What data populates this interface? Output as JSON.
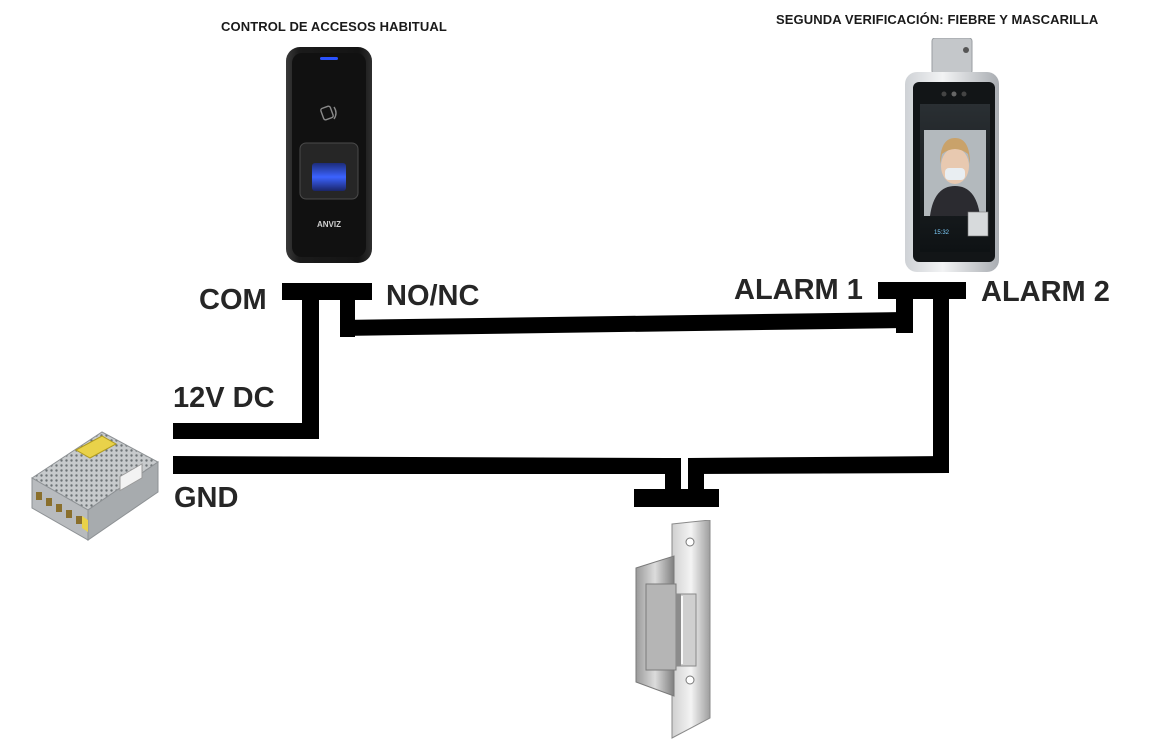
{
  "titles": {
    "left": "CONTROL DE ACCESOS HABITUAL",
    "right": "SEGUNDA VERIFICACIÓN: FIEBRE Y MASCARILLA"
  },
  "terminals": {
    "com": "COM",
    "nonc": "NO/NC",
    "alarm1": "ALARM 1",
    "alarm2": "ALARM 2",
    "v12": "12V DC",
    "gnd": "GND"
  },
  "devices": {
    "reader_brand": "ANVIZ",
    "screen_time": "15:32"
  },
  "colors": {
    "wire": "#000000",
    "text": "#262626"
  }
}
